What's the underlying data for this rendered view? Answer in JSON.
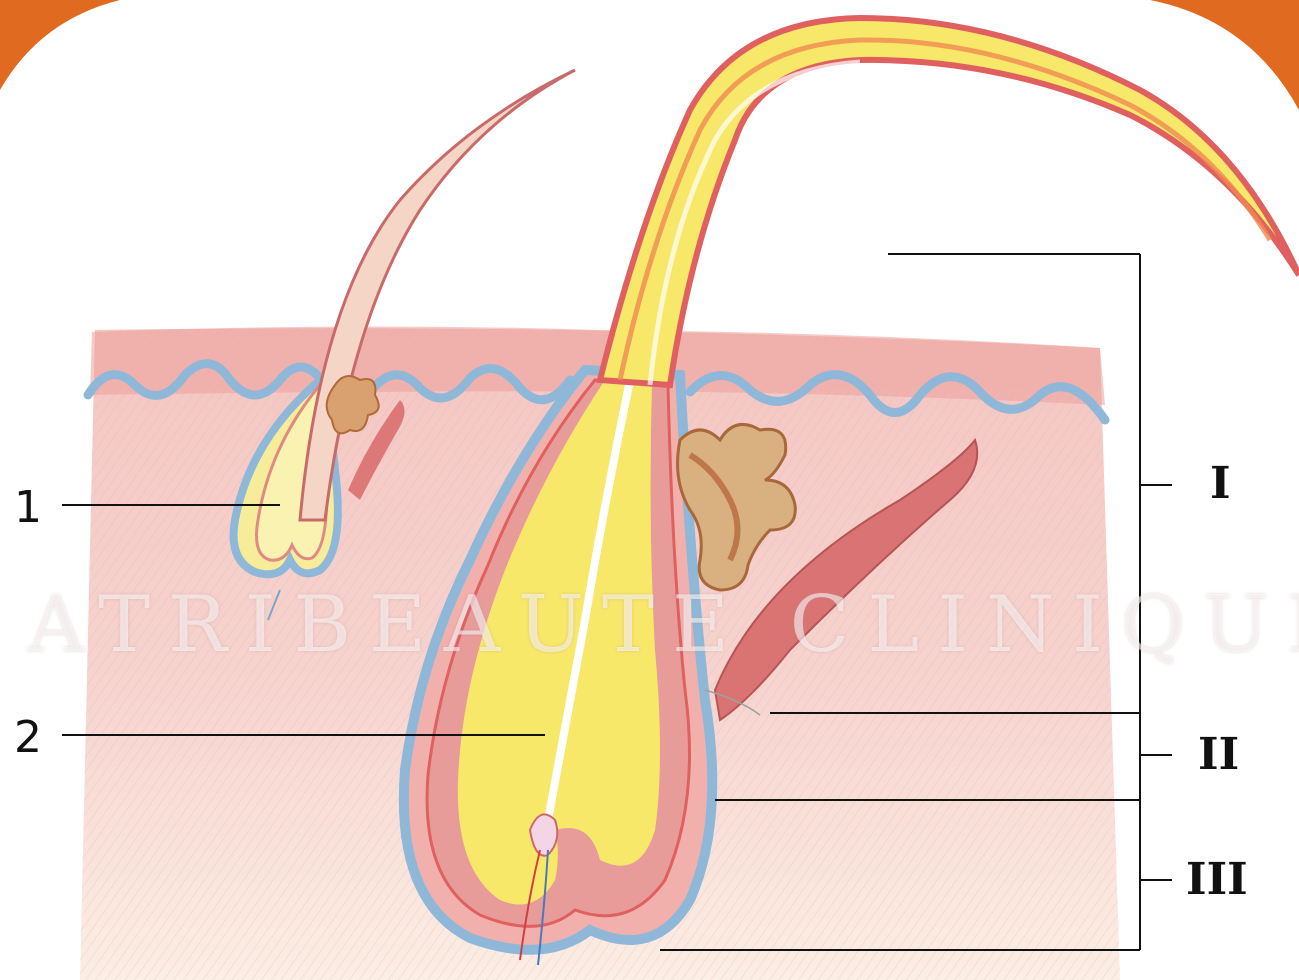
{
  "labels": {
    "number_1": "1",
    "number_2": "2",
    "roman_1": "I",
    "roman_2": "II",
    "roman_3": "III"
  },
  "watermark": "ATRIBEAUTE CLINIQUE",
  "colors": {
    "frame_orange": "#e06a1f",
    "skin": "#f3cfc8",
    "epidermis_pink": "#e9a3a0",
    "basal_blue": "#8fb8d8",
    "hair_yellow": "#f7e86a",
    "hair_red": "#e06060",
    "gland_brown": "#c0794a",
    "muscle_red": "#d86a6a"
  }
}
